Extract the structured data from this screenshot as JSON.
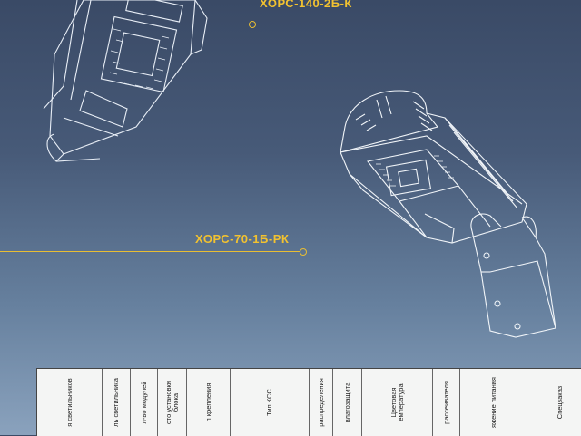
{
  "products": {
    "top": {
      "name": "ХОРС-140-2Б-К"
    },
    "middle": {
      "name": "ХОРС-70-1Б-РК"
    }
  },
  "spec_table": {
    "headers": [
      "я светильников",
      "ль светильника",
      "л-во модулей",
      "сто установки\nблока",
      "п крепления",
      "Тип КСС",
      "распределения",
      "влагозащита",
      "Цветовая\nемпература",
      "рассеивателя",
      "яжение питания",
      "Спецзаказ"
    ]
  }
}
